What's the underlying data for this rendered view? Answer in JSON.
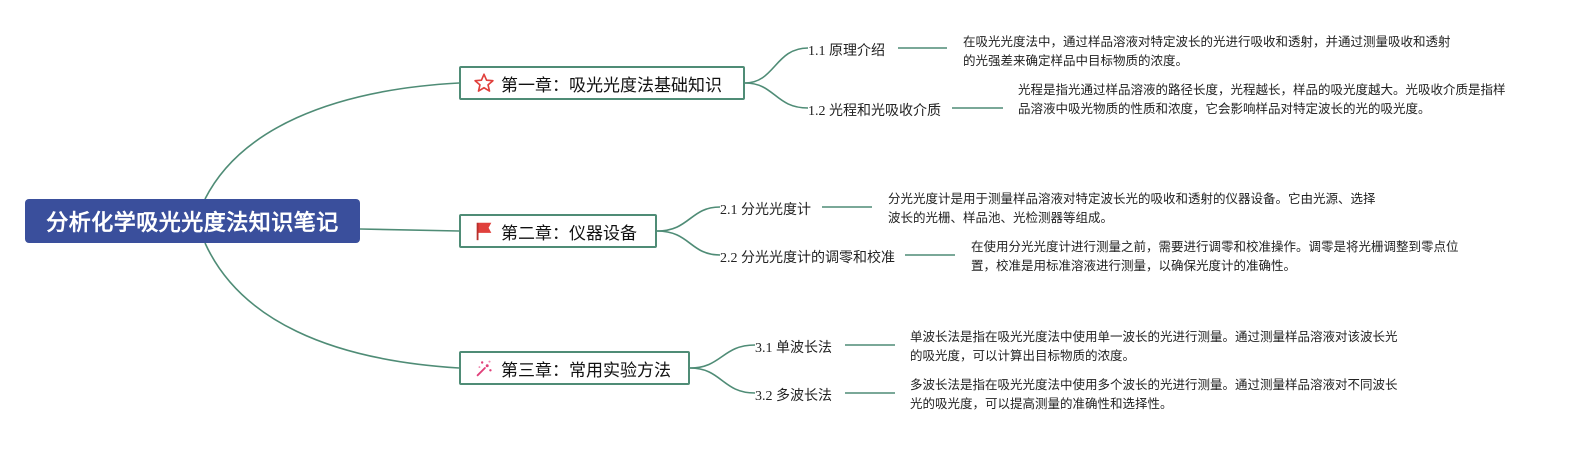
{
  "root": {
    "title": "分析化学吸光光度法知识笔记"
  },
  "chapters": [
    {
      "title": "第一章：吸光光度法基础知识",
      "icon": "star-icon",
      "sections": [
        {
          "label": "1.1 原理介绍",
          "text": "在吸光光度法中，通过样品溶液对特定波长的光进行吸收和透射，并通过测量吸收和透射的光强差来确定样品中目标物质的浓度。"
        },
        {
          "label": "1.2 光程和光吸收介质",
          "text": "光程是指光通过样品溶液的路径长度，光程越长，样品的吸光度越大。光吸收介质是指样品溶液中吸光物质的性质和浓度，它会影响样品对特定波长的光的吸光度。"
        }
      ]
    },
    {
      "title": "第二章：仪器设备",
      "icon": "red-flag-icon",
      "sections": [
        {
          "label": "2.1 分光光度计",
          "text": "分光光度计是用于测量样品溶液对特定波长光的吸收和透射的仪器设备。它由光源、选择波长的光栅、样品池、光检测器等组成。"
        },
        {
          "label": "2.2 分光光度计的调零和校准",
          "text": "在使用分光光度计进行测量之前，需要进行调零和校准操作。调零是将光栅调整到零点位置，校准是用标准溶液进行测量，以确保光度计的准确性。"
        }
      ]
    },
    {
      "title": "第三章：常用实验方法",
      "icon": "sparkle-icon",
      "sections": [
        {
          "label": "3.1 单波长法",
          "text": "单波长法是指在吸光光度法中使用单一波长的光进行测量。通过测量样品溶液对该波长光的吸光度，可以计算出目标物质的浓度。"
        },
        {
          "label": "3.2 多波长法",
          "text": "多波长法是指在吸光光度法中使用多个波长的光进行测量。通过测量样品溶液对不同波长光的吸光度，可以提高测量的准确性和选择性。"
        }
      ]
    }
  ],
  "colors": {
    "root_bg": "#3a4f9c",
    "line": "#4f8c76",
    "star": "#e0403c",
    "flag": "#e0403c",
    "sparkle": "#e0407a"
  }
}
